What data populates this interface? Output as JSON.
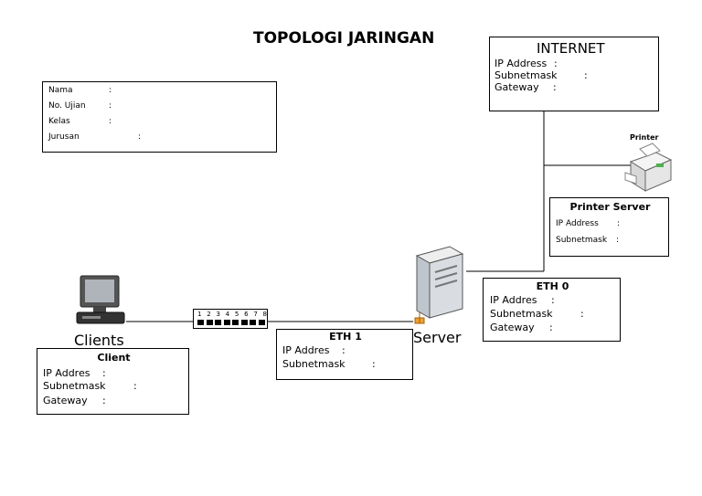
{
  "title": "TOPOLOGI JARINGAN",
  "student_box": {
    "fields": [
      "Nama",
      "No. Ujian",
      "Kelas",
      "Jurusan"
    ],
    "colon": ":"
  },
  "internet_box": {
    "title": "INTERNET",
    "fields": [
      "IP Address",
      "Subnetmask",
      "Gateway"
    ],
    "colon": ":"
  },
  "printer": {
    "icon_label": "Printer",
    "box_title": "Printer Server",
    "fields": [
      "IP Address",
      "Subnetmask"
    ],
    "colon": ":"
  },
  "eth0_box": {
    "title": "ETH 0",
    "fields": [
      "IP Addres",
      "Subnetmask",
      "Gateway"
    ],
    "colon": ":"
  },
  "eth1_box": {
    "title": "ETH 1",
    "fields": [
      "IP Addres",
      "Subnetmask"
    ],
    "colon": ":"
  },
  "client_box": {
    "title": "Client",
    "fields": [
      "IP Addres",
      "Subnetmask",
      "Gateway"
    ],
    "colon": ":"
  },
  "labels": {
    "clients": "Clients",
    "server": "Server"
  },
  "switch": {
    "ports": [
      "1",
      "2",
      "3",
      "4",
      "5",
      "6",
      "7",
      "8"
    ]
  }
}
